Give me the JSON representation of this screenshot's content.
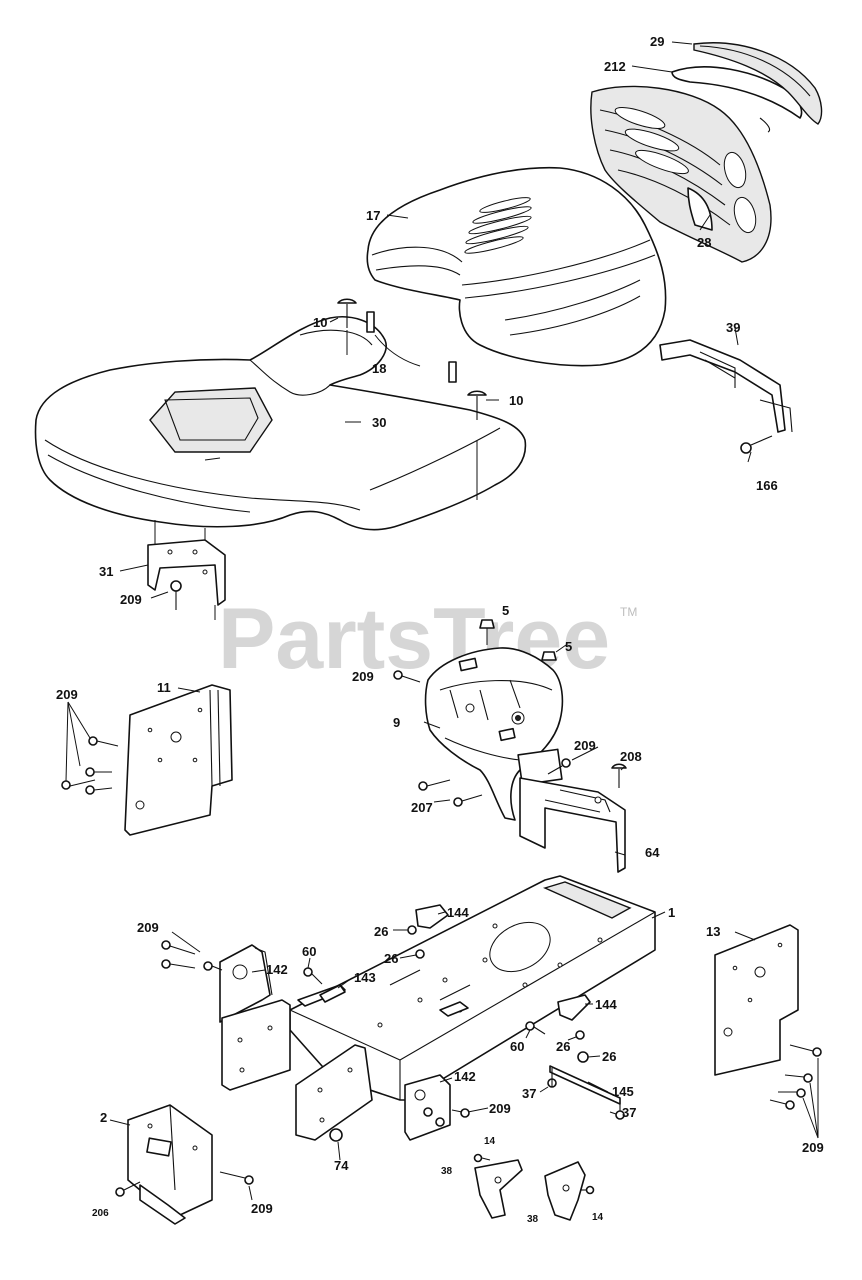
{
  "watermark": {
    "text": "PartsTree",
    "trademark": "TM"
  },
  "callouts": {
    "c29": "29",
    "c212": "212",
    "c28": "28",
    "c17": "17",
    "c39": "39",
    "c166": "166",
    "c10a": "10",
    "c18": "18",
    "c10b": "10",
    "c30": "30",
    "c31": "31",
    "c209a": "209",
    "c5a": "5",
    "c5b": "5",
    "c209b": "209",
    "c9": "9",
    "c11": "11",
    "c209c": "209",
    "c209d": "209",
    "c208": "208",
    "c207": "207",
    "c64": "64",
    "c144a": "144",
    "c1": "1",
    "c26a": "26",
    "c26b": "26",
    "c209e": "209",
    "c60a": "60",
    "c142a": "142",
    "c143": "143",
    "c13": "13",
    "c144b": "144",
    "c60b": "60",
    "c26c": "26",
    "c26d": "26",
    "c37a": "37",
    "c145": "145",
    "c37b": "37",
    "c142b": "142",
    "c209f": "209",
    "c2": "2",
    "c74": "74",
    "c14a": "14",
    "c38a": "38",
    "c209g": "209",
    "c206": "206",
    "c209h": "209",
    "c38b": "38",
    "c14b": "14"
  }
}
